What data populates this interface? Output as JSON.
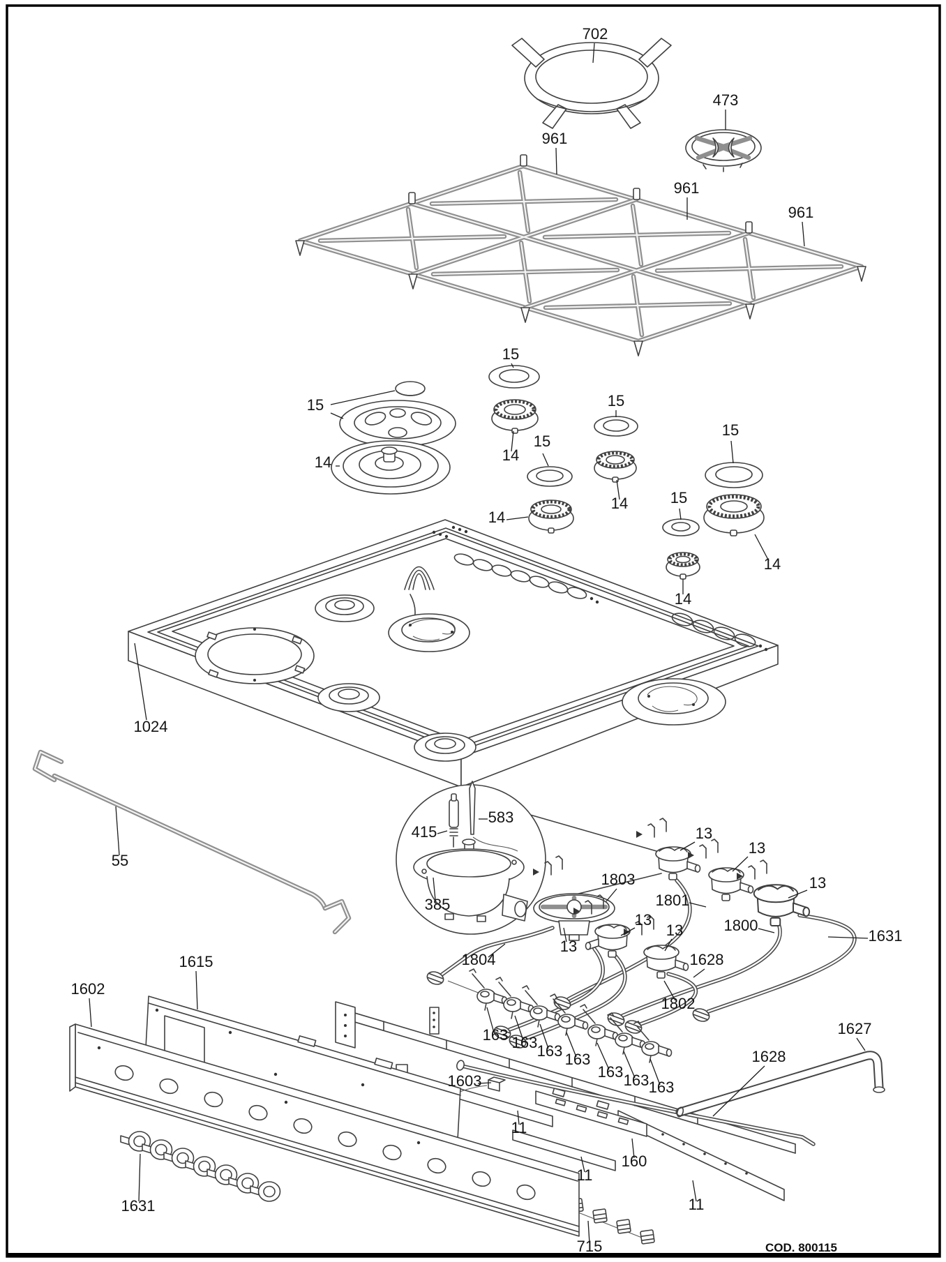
{
  "sheet": {
    "background": "#ffffff",
    "border_color": "#000000",
    "code_stamp": "COD. 800115"
  },
  "diagram": {
    "type": "exploded-parts-diagram",
    "subject": "gas cooktop / hob assembly",
    "part_labels": {
      "p702": "702",
      "p473": "473",
      "p961": "961",
      "p15": "15",
      "p14": "14",
      "p1024": "1024",
      "p55": "55",
      "p415": "415",
      "p583": "583",
      "p385": "385",
      "p13": "13",
      "p1803": "1803",
      "p1804": "1804",
      "p1801": "1801",
      "p1800": "1800",
      "p1802": "1802",
      "p1631": "1631",
      "p1628": "1628",
      "p1627": "1627",
      "p1615": "1615",
      "p1602": "1602",
      "p1603": "1603",
      "p163": "163",
      "p160": "160",
      "p11": "11",
      "p715": "715"
    },
    "part_number_occurrences": {
      "702": 1,
      "473": 1,
      "961": 3,
      "15": 6,
      "14": 6,
      "1024": 1,
      "55": 1,
      "415": 1,
      "583": 1,
      "385": 1,
      "13": 6,
      "1803": 1,
      "1804": 1,
      "1801": 1,
      "1800": 1,
      "1802": 1,
      "1631": 2,
      "1628": 2,
      "1627": 1,
      "1615": 1,
      "1602": 1,
      "1603": 1,
      "163": 7,
      "160": 1,
      "11": 3,
      "715": 1
    }
  }
}
